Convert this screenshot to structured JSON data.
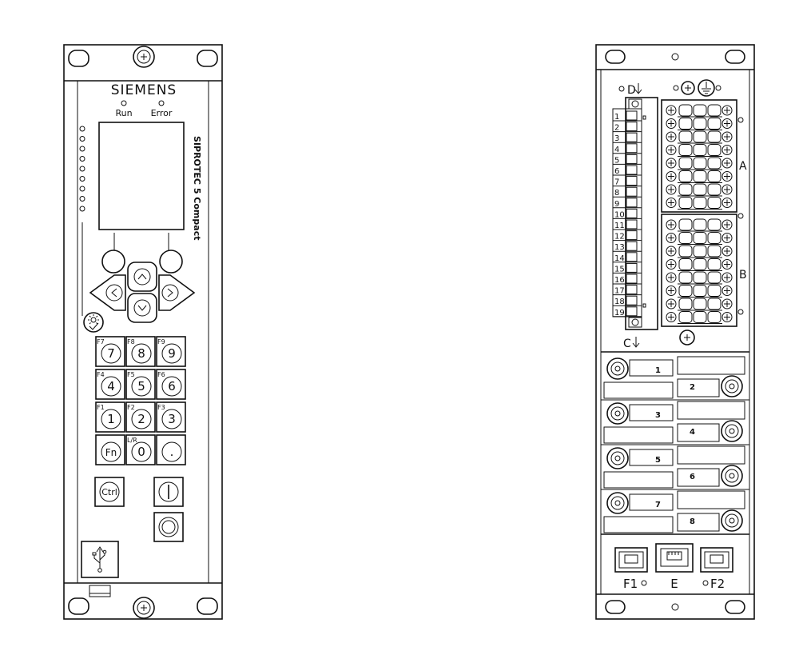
{
  "front": {
    "brand": "SIEMENS",
    "run_label": "Run",
    "error_label": "Error",
    "product_name": "SIPROTEC 5 Compact",
    "led_count": 9,
    "keys": [
      {
        "label": "7",
        "fkey": "F7"
      },
      {
        "label": "8",
        "fkey": "F8"
      },
      {
        "label": "9",
        "fkey": "F9"
      },
      {
        "label": "4",
        "fkey": "F4"
      },
      {
        "label": "5",
        "fkey": "F5"
      },
      {
        "label": "6",
        "fkey": "F6"
      },
      {
        "label": "1",
        "fkey": "F1"
      },
      {
        "label": "2",
        "fkey": "F2"
      },
      {
        "label": "3",
        "fkey": "F3"
      },
      {
        "label": "Fn",
        "fkey": ""
      },
      {
        "label": "0",
        "fkey": "L/R"
      },
      {
        "label": ".",
        "fkey": ""
      }
    ],
    "ctrl_label": "Ctrl"
  },
  "rear": {
    "terminal_d_label": "D",
    "terminal_c_label": "C",
    "terminal_a_label": "A",
    "terminal_b_label": "B",
    "pin_numbers": [
      "1",
      "2",
      "3",
      "4",
      "5",
      "6",
      "7",
      "8",
      "9",
      "10",
      "11",
      "12",
      "13",
      "14",
      "15",
      "16",
      "17",
      "18",
      "19"
    ],
    "slots_left": [
      "1",
      "3",
      "5",
      "7"
    ],
    "slots_right": [
      "2",
      "4",
      "6",
      "8"
    ],
    "port_f1": "F1",
    "port_e": "E",
    "port_f2": "F2"
  }
}
